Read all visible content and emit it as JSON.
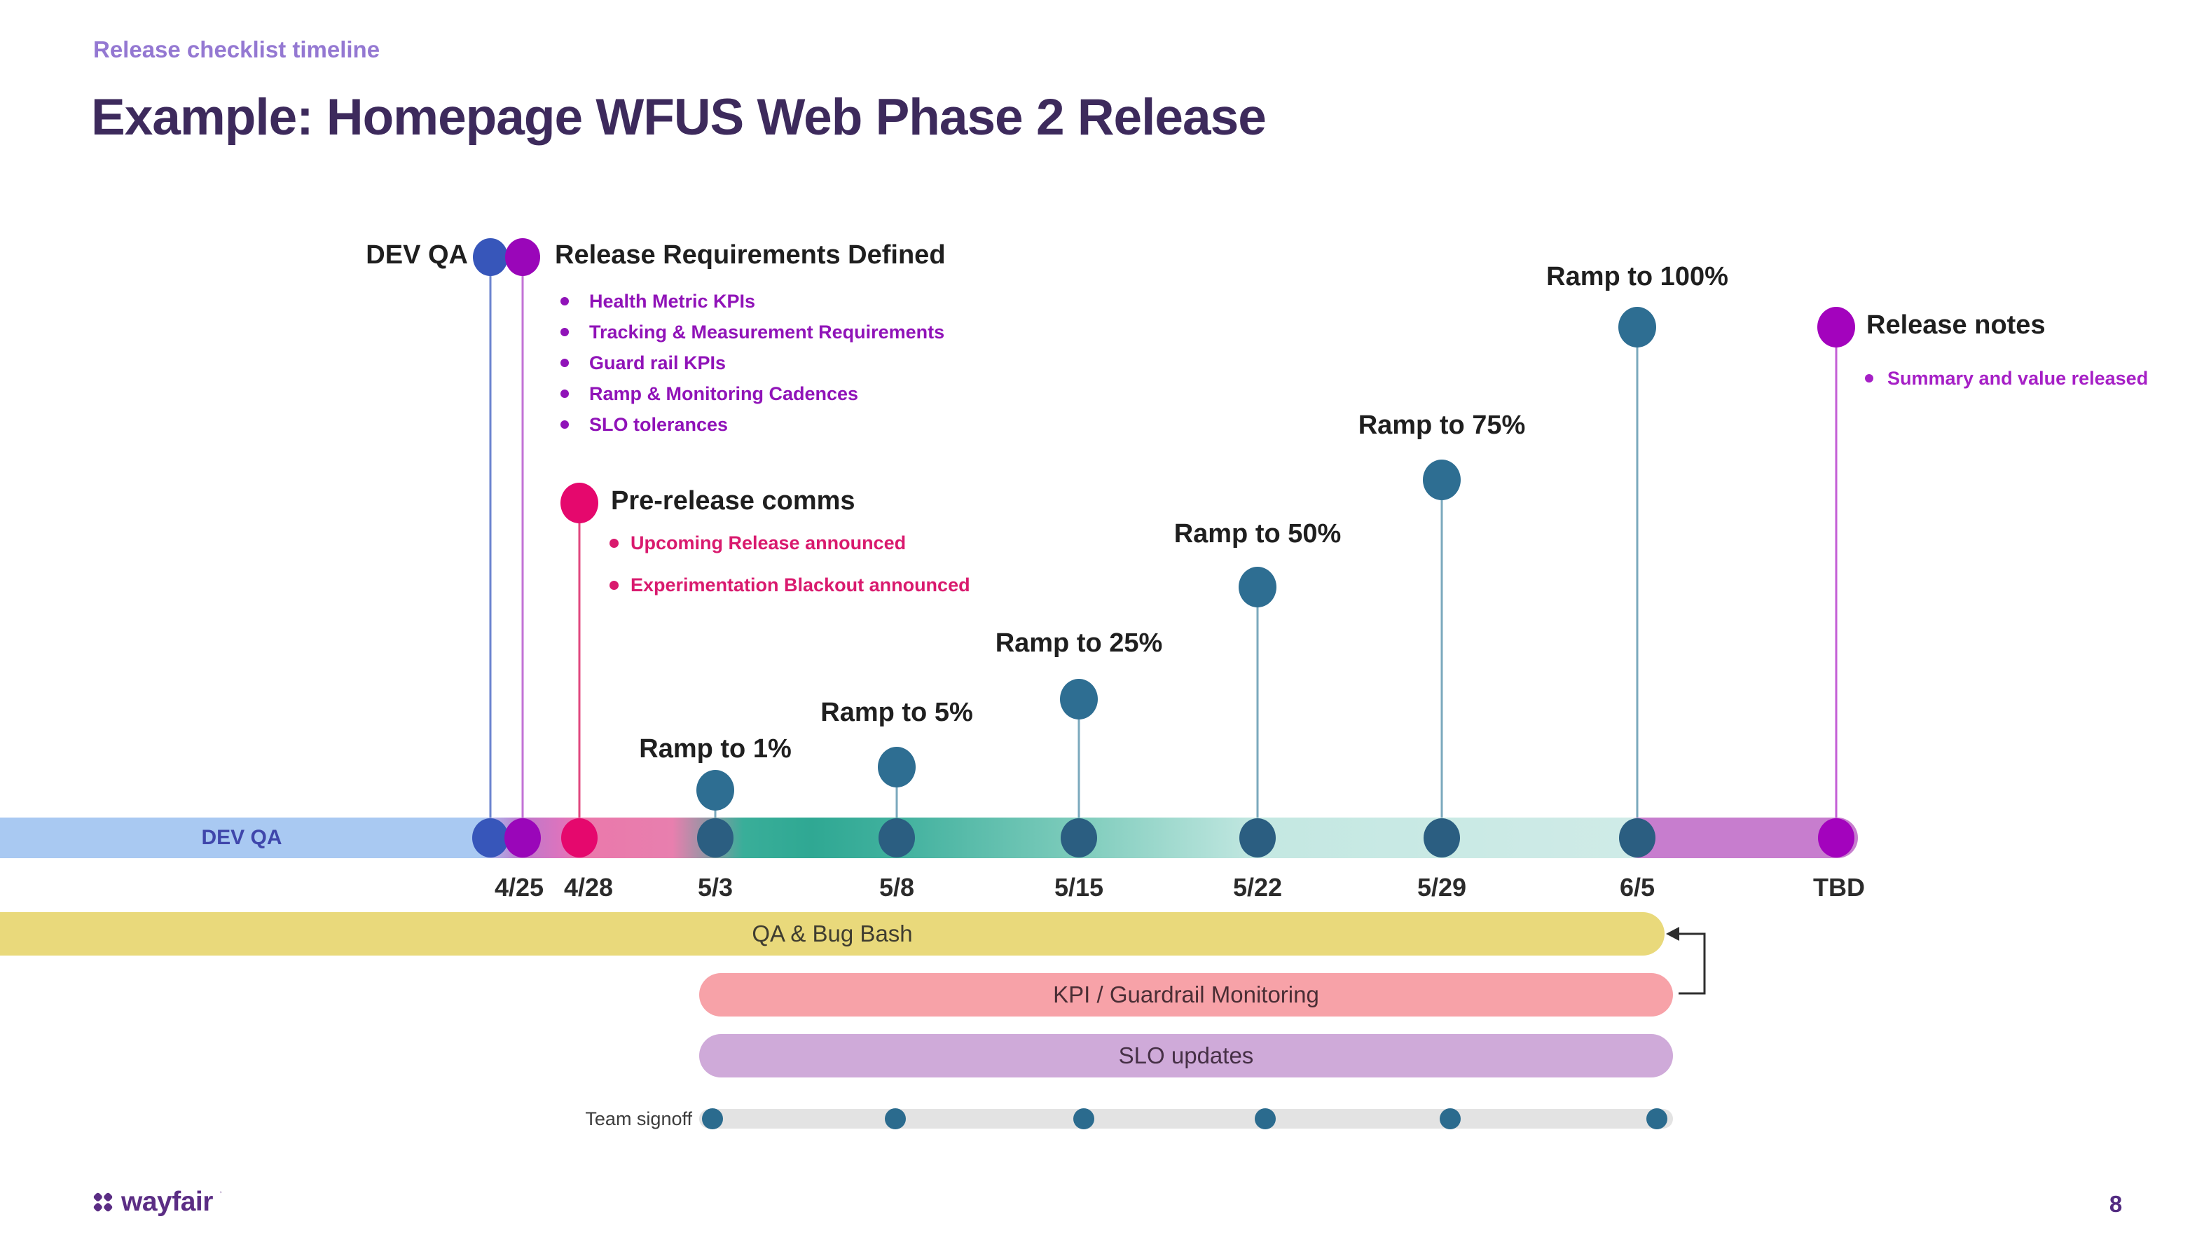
{
  "header": {
    "eyebrow": "Release checklist timeline",
    "title": "Example: Homepage WFUS Web Phase 2 Release"
  },
  "timeline": {
    "bar_label": "DEV QA",
    "axis_dates": [
      "4/25",
      "4/28",
      "5/3",
      "5/8",
      "5/15",
      "5/22",
      "5/29",
      "6/5",
      "TBD"
    ],
    "milestones": [
      {
        "label": "DEV QA",
        "date": "4/25",
        "color": "#3756ba"
      },
      {
        "label": "Release Requirements Defined",
        "date": "4/25",
        "color": "#9a06b9",
        "bullets": [
          "Health Metric KPIs",
          "Tracking & Measurement Requirements",
          "Guard rail KPIs",
          "Ramp & Monitoring Cadences",
          "SLO tolerances"
        ]
      },
      {
        "label": "Pre-release comms",
        "date": "4/28",
        "color": "#e5086d",
        "bullets": [
          "Upcoming Release announced",
          "Experimentation Blackout announced"
        ]
      },
      {
        "label": "Ramp to 1%",
        "date": "5/3",
        "color": "#2e6e92"
      },
      {
        "label": "Ramp to 5%",
        "date": "5/8",
        "color": "#2e6e92"
      },
      {
        "label": "Ramp to 25%",
        "date": "5/15",
        "color": "#2e6e92"
      },
      {
        "label": "Ramp to 50%",
        "date": "5/22",
        "color": "#2e6e92"
      },
      {
        "label": "Ramp to 75%",
        "date": "5/29",
        "color": "#2e6e92"
      },
      {
        "label": "Ramp to 100%",
        "date": "6/5",
        "color": "#2e6e92"
      },
      {
        "label": "Release notes",
        "date": "TBD",
        "color": "#a303bd",
        "bullets": [
          "Summary and value released"
        ]
      }
    ]
  },
  "tracks": [
    {
      "label": "QA & Bug Bash",
      "color": "#e9d97b"
    },
    {
      "label": "KPI / Guardrail Monitoring",
      "color": "#f7a2a8"
    },
    {
      "label": "SLO updates",
      "color": "#cfaad9"
    }
  ],
  "signoff": {
    "label": "Team signoff",
    "dot_count": 6,
    "dot_color": "#2b6b8e"
  },
  "footer": {
    "brand": "wayfair",
    "page_number": "8"
  },
  "colors": {
    "background": "#ffffff",
    "eyebrow": "#9478d2",
    "title": "#3d2a5c",
    "bar_segment_devqa": "#a9c9f2",
    "bar_segment_pink": "#e87fae",
    "bar_segment_teal": "#2fa893",
    "bar_segment_light_teal": "#cfebe7",
    "bar_segment_purple": "#c77dce",
    "dot_blue": "#3756ba",
    "dot_purple": "#9a06b9",
    "dot_magenta": "#e5086d",
    "dot_teal": "#2e6e92",
    "dot_tbd_purple": "#a303bd",
    "brand_purple": "#5b2d84"
  }
}
